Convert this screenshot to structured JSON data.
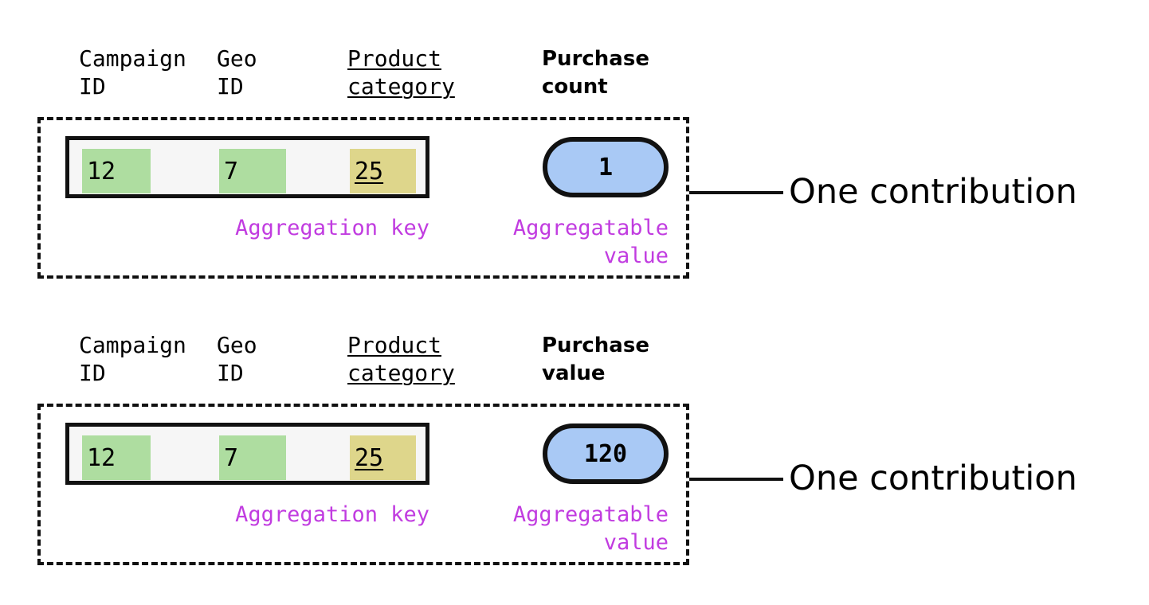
{
  "colors": {
    "key_cell_green": "#aedda0",
    "key_cell_yellow": "#ded68b",
    "value_pill_blue": "#a9c9f5",
    "caption_purple": "#c13ce0",
    "outline_black": "#111111",
    "key_box_fill": "#f6f6f6"
  },
  "blocks": [
    {
      "headers": {
        "campaign": "Campaign\nID",
        "geo": "Geo\nID",
        "product_line1": "Product",
        "product_line2": "category",
        "value_metric": "Purchase\ncount"
      },
      "aggregation_key": {
        "campaign_id": "12",
        "geo_id": "7",
        "product_category": "25"
      },
      "aggregatable_value": "1",
      "captions": {
        "key": "Aggregation key",
        "value_line1": "Aggregatable",
        "value_line2": "value"
      },
      "annotation": "One contribution"
    },
    {
      "headers": {
        "campaign": "Campaign\nID",
        "geo": "Geo\nID",
        "product_line1": "Product",
        "product_line2": "category",
        "value_metric": "Purchase\nvalue"
      },
      "aggregation_key": {
        "campaign_id": "12",
        "geo_id": "7",
        "product_category": "25"
      },
      "aggregatable_value": "120",
      "captions": {
        "key": "Aggregation key",
        "value_line1": "Aggregatable",
        "value_line2": "value"
      },
      "annotation": "One contribution"
    }
  ]
}
